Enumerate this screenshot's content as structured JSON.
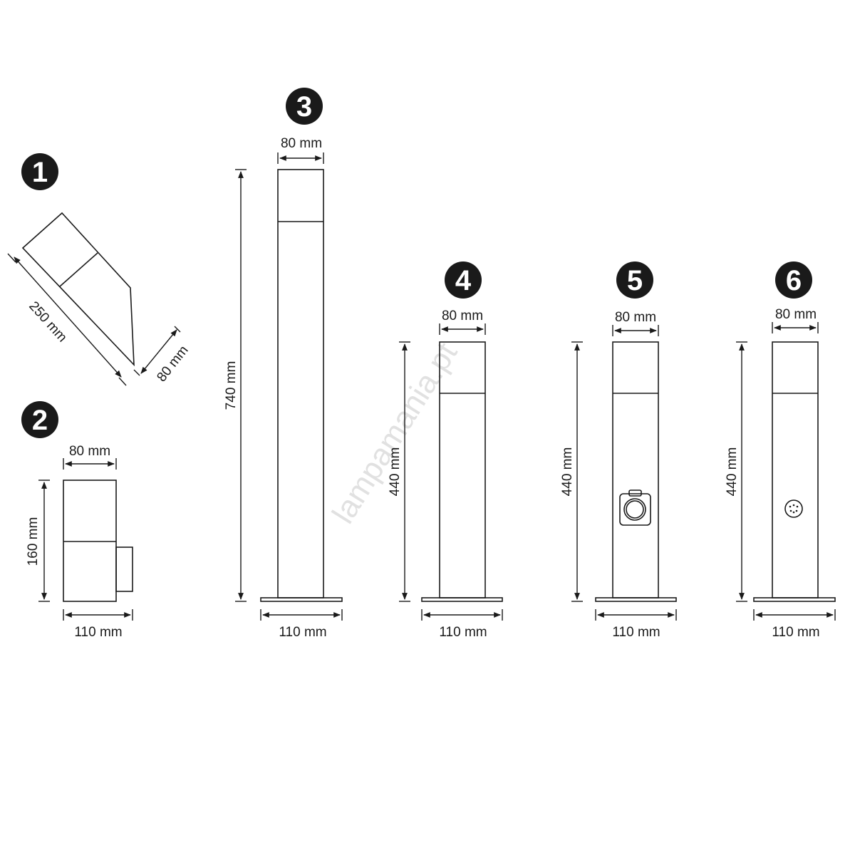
{
  "watermark": "lampamania.pt",
  "figures": [
    {
      "number": "1",
      "dims": {
        "length": "250 mm",
        "depth": "80 mm"
      }
    },
    {
      "number": "2",
      "dims": {
        "top": "80 mm",
        "height": "160 mm",
        "bottom": "110 mm"
      }
    },
    {
      "number": "3",
      "dims": {
        "top": "80 mm",
        "height": "740 mm",
        "bottom": "110 mm"
      }
    },
    {
      "number": "4",
      "dims": {
        "top": "80 mm",
        "height": "440 mm",
        "bottom": "110 mm"
      }
    },
    {
      "number": "5",
      "dims": {
        "top": "80 mm",
        "height": "440 mm",
        "bottom": "110 mm"
      },
      "feature": "socket-icon"
    },
    {
      "number": "6",
      "dims": {
        "top": "80 mm",
        "height": "440 mm",
        "bottom": "110 mm"
      },
      "feature": "sensor-icon"
    }
  ]
}
